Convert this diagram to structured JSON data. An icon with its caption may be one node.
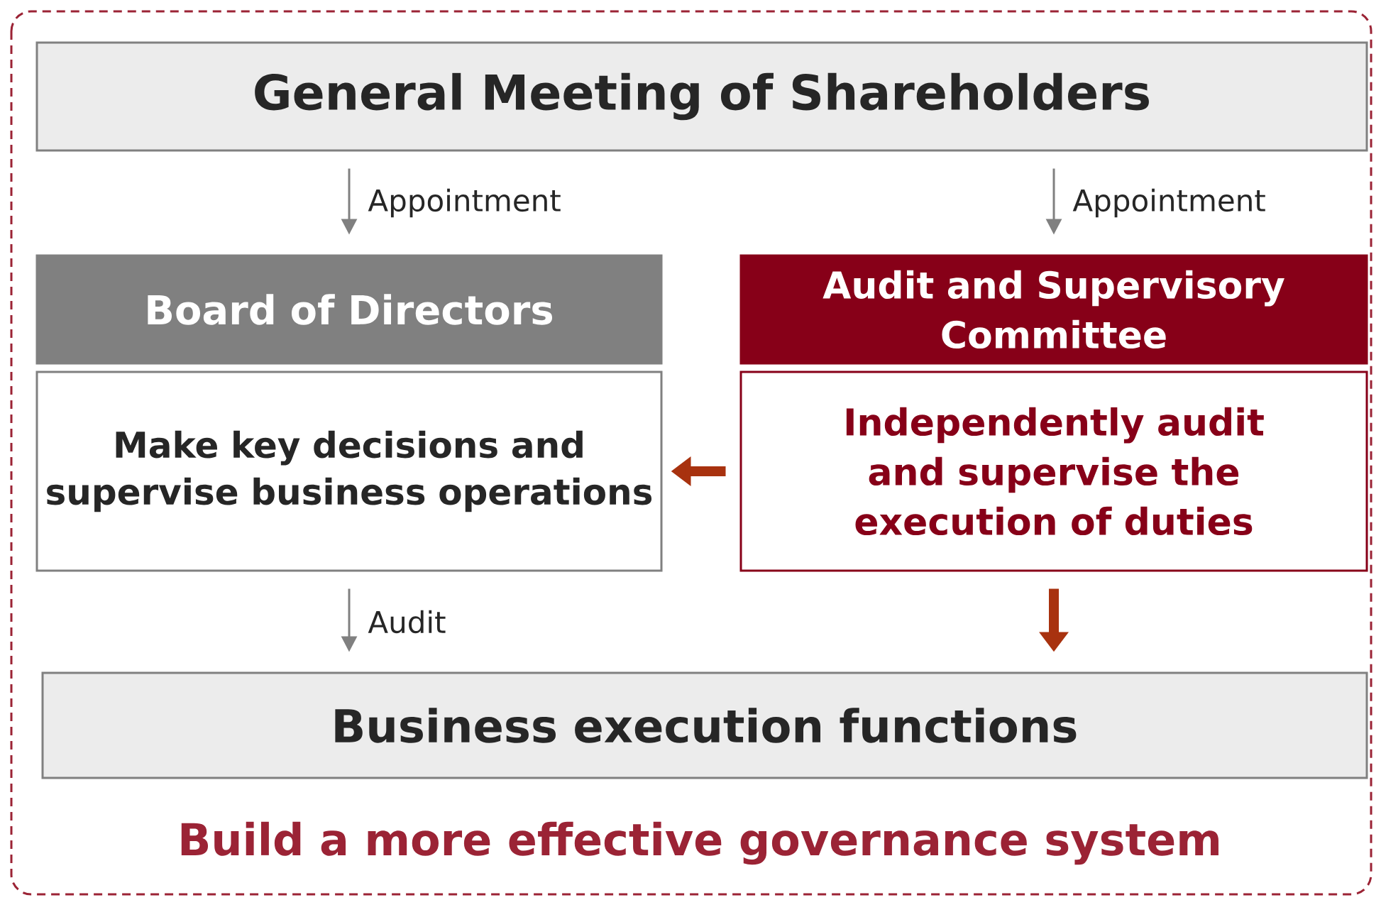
{
  "diagram": {
    "nodes": [
      {
        "text": [
          "Build a more effective governance system"
        ]
      },
      {
        "text": [
          "General Meeting of Shareholders"
        ],
        "in": 0
      },
      {
        "text": [
          "Board of Directors"
        ],
        "in": 0
      },
      {
        "text": [
          "Make key decisions and supervise business operations"
        ],
        "in": 0
      },
      {
        "text": [
          "Audit and Supervisory Committee"
        ],
        "in": 0
      },
      {
        "text": [
          "Independently audit and supervise the execution of duties"
        ],
        "in": 0
      },
      {
        "text": [
          "Business execution functions"
        ],
        "in": 0
      }
    ],
    "edges": [
      {
        "from": 1,
        "to": 2,
        "arrow": "to",
        "label": "Appointment"
      },
      {
        "from": 1,
        "to": 4,
        "arrow": "to",
        "label": "Appointment"
      },
      {
        "from": 5,
        "to": 3,
        "arrow": "to",
        "style": "thick",
        "color": "#a8320f"
      },
      {
        "from": 3,
        "to": 6,
        "arrow": "to",
        "label": "Audit"
      },
      {
        "from": 5,
        "to": 6,
        "arrow": "to",
        "style": "thick",
        "color": "#a8320f"
      }
    ]
  }
}
